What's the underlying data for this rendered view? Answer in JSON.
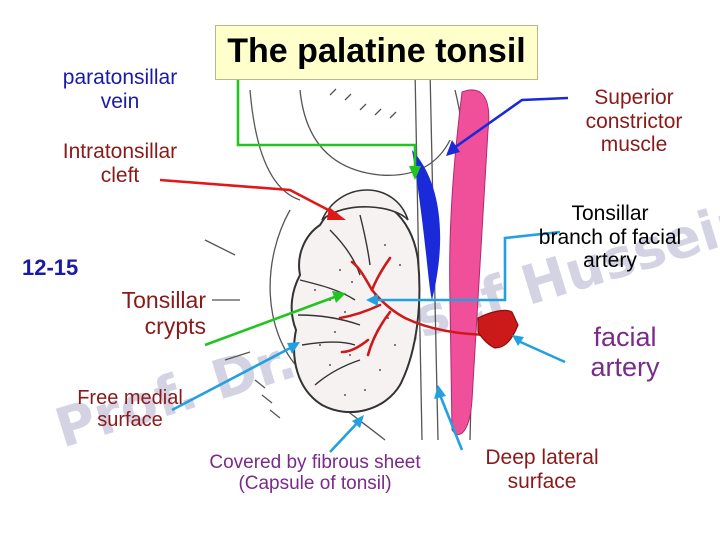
{
  "title": "The palatine tonsil",
  "watermark": "Prof. Dr. Yousef Hussein",
  "labels": {
    "paratonsillar": [
      "paratonsillar",
      "vein"
    ],
    "intratonsillar": [
      "Intratonsillar",
      "cleft"
    ],
    "crypts_count": "12-15",
    "crypts": [
      "Tonsillar",
      "crypts"
    ],
    "free_medial": [
      "Free medial",
      "surface"
    ],
    "covered": [
      "Covered by fibrous sheet",
      "(Capsule of tonsil)"
    ],
    "deep_lateral": [
      "Deep lateral",
      "surface"
    ],
    "superior_constrictor": [
      "Superior",
      "constrictor",
      "muscle"
    ],
    "tonsillar_branch": [
      "Tonsillar",
      "branch of facial",
      "artery"
    ],
    "facial_artery": [
      "facial",
      "artery"
    ]
  },
  "colors": {
    "title_background": "#ffffcc",
    "label_blue": "#1a1aa8",
    "label_dark_red": "#8a1a1a",
    "label_purple": "#7a2a8a",
    "pointer_green": "#22c422",
    "pointer_red": "#e01818",
    "pointer_blue": "#1a2ad8",
    "pointer_light_blue": "#22a0e0",
    "constrictor_pink": "#f0509a",
    "artery_red": "#cc1a1a"
  }
}
